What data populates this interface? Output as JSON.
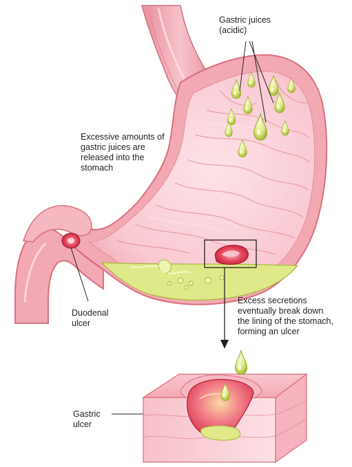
{
  "labels": {
    "gastric_juices": [
      "Gastric juices",
      "(acidic)"
    ],
    "excessive_amounts": [
      "Excessive amounts of",
      "gastric juices are",
      "released into the",
      "stomach"
    ],
    "duodenal_ulcer": [
      "Duodenal",
      "ulcer"
    ],
    "excess_secretions": [
      "Excess secretions",
      "eventually break down",
      "the lining of the stomach,",
      "forming an ulcer"
    ],
    "gastric_ulcer": [
      "Gastric",
      "ulcer"
    ]
  },
  "colors": {
    "stomach_wall": "#f2a9b3",
    "stomach_outline": "#d9707f",
    "stomach_inner": "#fbd5dc",
    "acid": "#dfe98a",
    "acid_outline": "#a7b83a",
    "ulcer": "#e2364f",
    "leader_line": "#231f20"
  }
}
